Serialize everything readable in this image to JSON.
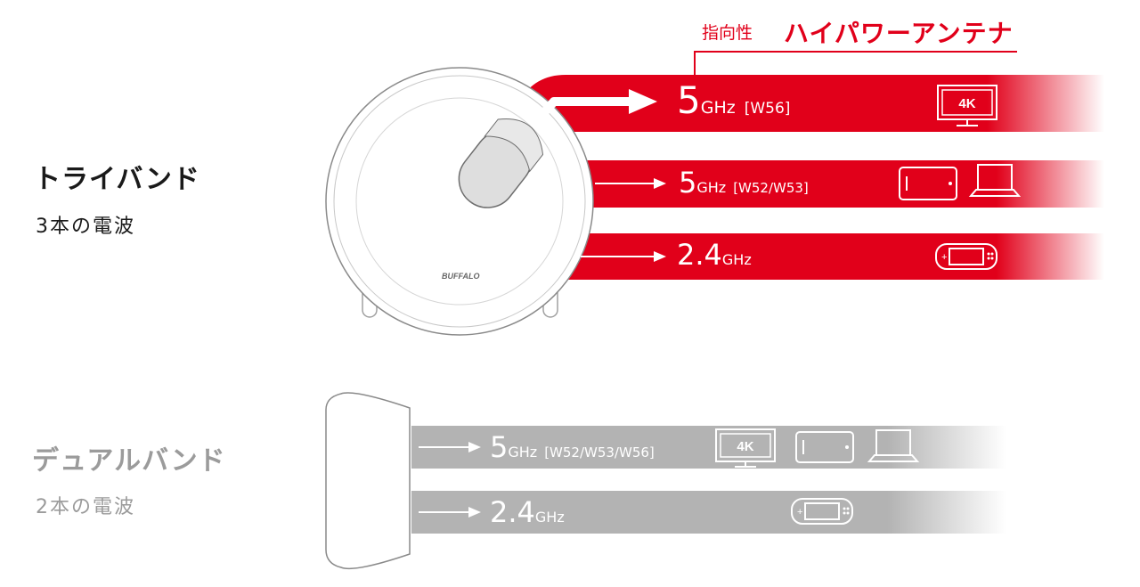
{
  "annotation": {
    "small": "指向性",
    "big": "ハイパワーアンテナ"
  },
  "triband": {
    "title": "トライバンド",
    "subtitle": "3本の電波",
    "brand_logo": "BUFFALO",
    "bands": [
      {
        "freq": "5",
        "unit": "GHz",
        "channel": "[W56]",
        "devices": [
          "4k-tv-icon"
        ]
      },
      {
        "freq": "5",
        "unit": "GHz",
        "channel": "[W52/W53]",
        "devices": [
          "smartphone-icon",
          "laptop-icon"
        ]
      },
      {
        "freq": "2.4",
        "unit": "GHz",
        "channel": "",
        "devices": [
          "game-console-icon"
        ]
      }
    ]
  },
  "dualband": {
    "title": "デュアルバンド",
    "subtitle": "2本の電波",
    "bands": [
      {
        "freq": "5",
        "unit": "GHz",
        "channel": "[W52/W53/W56]",
        "devices": [
          "4k-tv-icon",
          "smartphone-icon",
          "laptop-icon"
        ]
      },
      {
        "freq": "2.4",
        "unit": "GHz",
        "channel": "",
        "devices": [
          "game-console-icon"
        ]
      }
    ]
  },
  "icons": {
    "tv_label": "4K"
  },
  "colors": {
    "accent_red": "#e1001a",
    "band_gray": "#b3b3b3",
    "text_gray": "#9b9b9b"
  }
}
